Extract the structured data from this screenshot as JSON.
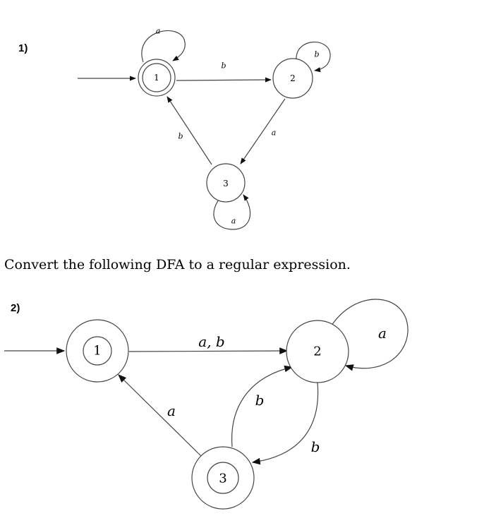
{
  "diagram1": {
    "number": "1)",
    "states": [
      {
        "id": "1",
        "label": "1",
        "accepting": true,
        "start": true
      },
      {
        "id": "2",
        "label": "2",
        "accepting": false,
        "start": false
      },
      {
        "id": "3",
        "label": "3",
        "accepting": false,
        "start": false
      }
    ],
    "edges": [
      {
        "from": "1",
        "to": "1",
        "label": "a"
      },
      {
        "from": "1",
        "to": "2",
        "label": "b"
      },
      {
        "from": "2",
        "to": "2",
        "label": "b"
      },
      {
        "from": "2",
        "to": "3",
        "label": "a"
      },
      {
        "from": "3",
        "to": "1",
        "label": "b"
      },
      {
        "from": "3",
        "to": "3",
        "label": "a"
      }
    ]
  },
  "instruction": "Convert the following DFA to a regular expression.",
  "diagram2": {
    "number": "2)",
    "states": [
      {
        "id": "1",
        "label": "1",
        "accepting": true,
        "start": true
      },
      {
        "id": "2",
        "label": "2",
        "accepting": false,
        "start": false
      },
      {
        "id": "3",
        "label": "3",
        "accepting": true,
        "start": false
      }
    ],
    "edges": [
      {
        "from": "1",
        "to": "2",
        "label": "a, b"
      },
      {
        "from": "2",
        "to": "2",
        "label": "a"
      },
      {
        "from": "3",
        "to": "2",
        "label": "b"
      },
      {
        "from": "2",
        "to": "3",
        "label": "b"
      },
      {
        "from": "3",
        "to": "1",
        "label": "a"
      }
    ]
  }
}
